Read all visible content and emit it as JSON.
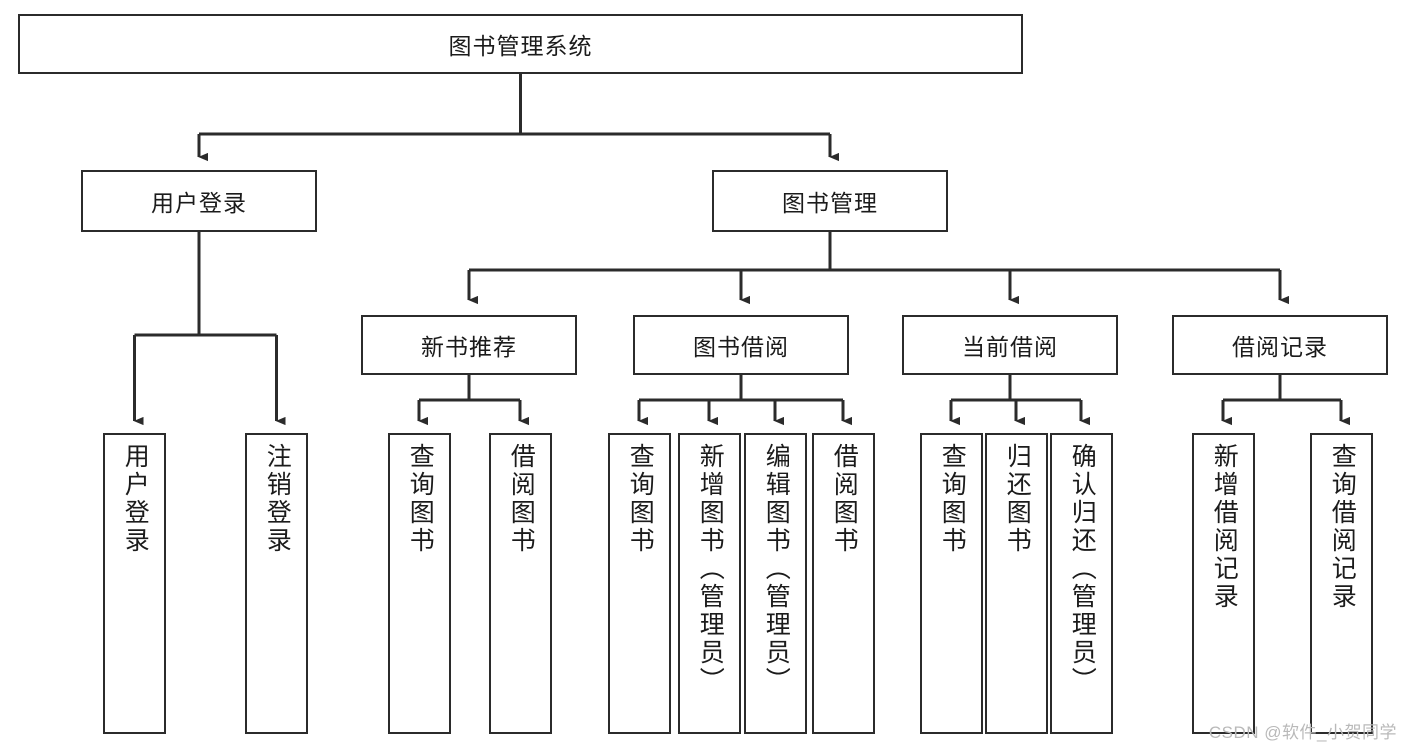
{
  "diagram": {
    "type": "tree-hierarchy",
    "title": "图书管理系统",
    "watermark": "CSDN @软件_小贺同学",
    "colors": {
      "box_border": "#2b2b2b",
      "box_fill": "#ffffff",
      "connector": "#2b2b2b",
      "text": "#1b1b1b",
      "watermark": "#b9b9b9",
      "background": "#ffffff"
    },
    "root": {
      "label": "图书管理系统",
      "orientation": "horizontal"
    },
    "level2": [
      {
        "label": "用户登录",
        "orientation": "horizontal"
      },
      {
        "label": "图书管理",
        "orientation": "horizontal"
      }
    ],
    "level3": [
      {
        "label": "新书推荐",
        "orientation": "horizontal"
      },
      {
        "label": "图书借阅",
        "orientation": "horizontal"
      },
      {
        "label": "当前借阅",
        "orientation": "horizontal"
      },
      {
        "label": "借阅记录",
        "orientation": "horizontal"
      }
    ],
    "leaves": {
      "user_login": [
        {
          "label": "用户登录",
          "orientation": "vertical"
        },
        {
          "label": "注销登录",
          "orientation": "vertical"
        }
      ],
      "new_book_recommend": [
        {
          "label": "查询图书",
          "orientation": "vertical"
        },
        {
          "label": "借阅图书",
          "orientation": "vertical"
        }
      ],
      "book_borrow": [
        {
          "label": "查询图书",
          "orientation": "vertical"
        },
        {
          "label": "新增图书（管理员）",
          "orientation": "vertical"
        },
        {
          "label": "编辑图书（管理员）",
          "orientation": "vertical"
        },
        {
          "label": "借阅图书",
          "orientation": "vertical"
        }
      ],
      "current_borrow": [
        {
          "label": "查询图书",
          "orientation": "vertical"
        },
        {
          "label": "归还图书",
          "orientation": "vertical"
        },
        {
          "label": "确认归还（管理员）",
          "orientation": "vertical"
        }
      ],
      "borrow_record": [
        {
          "label": "新增借阅记录",
          "orientation": "vertical"
        },
        {
          "label": "查询借阅记录",
          "orientation": "vertical"
        }
      ]
    }
  }
}
